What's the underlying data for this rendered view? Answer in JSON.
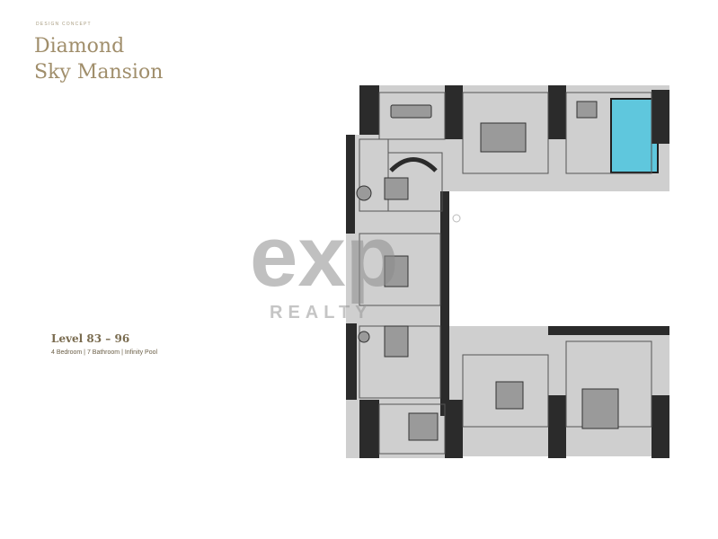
{
  "header": {
    "concept": "DESIGN CONCEPT",
    "title_line1": "Diamond",
    "title_line2": "Sky Mansion"
  },
  "unit": {
    "level": "Level 83 – 96",
    "specs": "4 Bedroom | 7 Bathroom | Infinity Pool"
  },
  "watermark": {
    "logo_text": "exp",
    "sub_text": "REALTY"
  },
  "colors": {
    "accent": "#a08e6b",
    "wall": "#2b2b2b",
    "floor": "#cfcfcf",
    "pool": "#5fc7dd"
  }
}
